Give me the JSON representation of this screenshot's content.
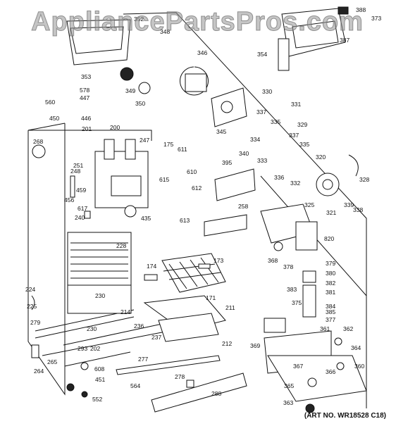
{
  "watermark": "AppliancePartsPros.com",
  "art_number": "(ART NO. WR18528 C18)",
  "part_labels": [
    "352",
    "348",
    "388",
    "373",
    "387",
    "354",
    "346",
    "353",
    "349",
    "578",
    "447",
    "350",
    "560",
    "330",
    "331",
    "337",
    "446",
    "450",
    "201",
    "200",
    "247",
    "329",
    "345",
    "334",
    "335",
    "175",
    "611",
    "268",
    "337",
    "340",
    "333",
    "335",
    "251",
    "320",
    "248",
    "395",
    "610",
    "615",
    "328",
    "336",
    "459",
    "612",
    "332",
    "456",
    "617",
    "258",
    "325",
    "339",
    "338",
    "321",
    "613",
    "435",
    "820",
    "240",
    "228",
    "368",
    "173",
    "174",
    "378",
    "379",
    "380",
    "382",
    "381",
    "224",
    "383",
    "171",
    "230",
    "375",
    "384",
    "385",
    "225",
    "214",
    "211",
    "377",
    "279",
    "236",
    "230",
    "361",
    "362",
    "202",
    "237",
    "212",
    "369",
    "364",
    "293",
    "265",
    "264",
    "277",
    "360",
    "608",
    "367",
    "366",
    "278",
    "451",
    "564",
    "288",
    "365",
    "552",
    "363"
  ]
}
